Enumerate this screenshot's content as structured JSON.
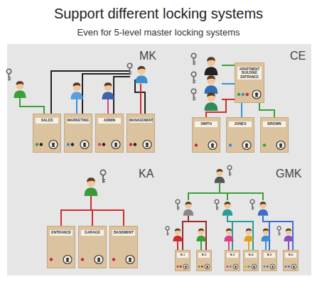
{
  "diagram": {
    "title": "Support different locking systems",
    "caption": "Even for 5-level master locking systems",
    "nodes": [
      {
        "text": [
          "SALES"
        ]
      },
      {
        "text": [
          "MARKETING"
        ]
      },
      {
        "text": [
          "ADMIN"
        ]
      },
      {
        "text": [
          "MANAGEMENT"
        ]
      },
      {
        "text": [
          "APARTMENT BUILDING ENTRANCE"
        ]
      },
      {
        "text": [
          "SMITH"
        ]
      },
      {
        "text": [
          "JONES"
        ]
      },
      {
        "text": [
          "BROWN"
        ]
      },
      {
        "text": [
          "ENTRANCE"
        ]
      },
      {
        "text": [
          "GARAGE"
        ]
      },
      {
        "text": [
          "BASEMENT"
        ]
      },
      {
        "text": [
          "B-1"
        ]
      },
      {
        "text": [
          "B-2"
        ]
      },
      {
        "text": [
          "B-3"
        ]
      },
      {
        "text": [
          "B-4"
        ]
      },
      {
        "text": [
          "B-5"
        ]
      },
      {
        "text": [
          "B-6"
        ]
      }
    ],
    "labels": [
      "MK",
      "CE",
      "KA",
      "GMK"
    ]
  }
}
